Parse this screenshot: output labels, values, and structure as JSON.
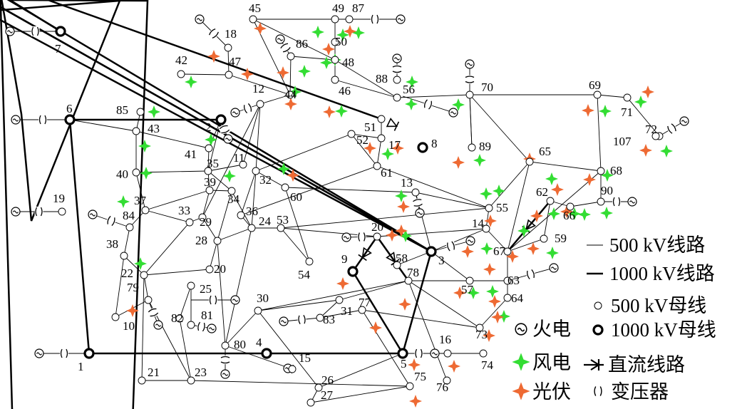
{
  "nodes": {
    "n1": {
      "label": "1"
    },
    "n2": {
      "label": "2"
    },
    "n3": {
      "label": "3"
    },
    "n4": {
      "label": "4"
    },
    "n5": {
      "label": "5"
    },
    "n6": {
      "label": "6"
    },
    "n7": {
      "label": "7"
    },
    "n8": {
      "label": "8"
    },
    "n9": {
      "label": "9"
    },
    "n10": {
      "label": "10"
    },
    "n11": {
      "label": "11"
    },
    "n12": {
      "label": "12"
    },
    "n13": {
      "label": "13"
    },
    "n14": {
      "label": "14"
    },
    "n15": {
      "label": "15"
    },
    "n16": {
      "label": "16"
    },
    "n17": {
      "label": "17"
    },
    "n18": {
      "label": "18"
    },
    "n19": {
      "label": "19"
    },
    "n20": {
      "label": "20"
    },
    "n20b": {
      "label": "20"
    },
    "n21": {
      "label": "21"
    },
    "n22": {
      "label": "22"
    },
    "n23": {
      "label": "23"
    },
    "n24": {
      "label": "24"
    },
    "n25": {
      "label": "25"
    },
    "n26": {
      "label": "26"
    },
    "n27": {
      "label": "27"
    },
    "n28": {
      "label": "28"
    },
    "n29": {
      "label": "29"
    },
    "n30": {
      "label": "30"
    },
    "n31": {
      "label": "31"
    },
    "n32": {
      "label": "32"
    },
    "n33": {
      "label": "33"
    },
    "n34": {
      "label": "34"
    },
    "n35": {
      "label": "35"
    },
    "n36": {
      "label": "36"
    },
    "n37": {
      "label": "37"
    },
    "n38": {
      "label": "38"
    },
    "n39": {
      "label": "39"
    },
    "n40": {
      "label": "40"
    },
    "n41": {
      "label": "41"
    },
    "n42": {
      "label": "42"
    },
    "n43": {
      "label": "43"
    },
    "n44": {
      "label": "44"
    },
    "n45": {
      "label": "45"
    },
    "n46": {
      "label": "46"
    },
    "n47": {
      "label": "47"
    },
    "n48": {
      "label": "48"
    },
    "n49": {
      "label": "49"
    },
    "n50": {
      "label": "50"
    },
    "n51": {
      "label": "51"
    },
    "n52": {
      "label": "52"
    },
    "n53": {
      "label": "53"
    },
    "n54": {
      "label": "54"
    },
    "n55": {
      "label": "55"
    },
    "n56": {
      "label": "56"
    },
    "n57": {
      "label": "57"
    },
    "n58": {
      "label": "58"
    },
    "n59": {
      "label": "59"
    },
    "n60": {
      "label": "60"
    },
    "n61": {
      "label": "61"
    },
    "n62": {
      "label": "62"
    },
    "n63": {
      "label": "63"
    },
    "n64": {
      "label": "64"
    },
    "n65": {
      "label": "65"
    },
    "n66": {
      "label": "66"
    },
    "n67": {
      "label": "67"
    },
    "n68": {
      "label": "68"
    },
    "n69": {
      "label": "69"
    },
    "n70": {
      "label": "70"
    },
    "n71": {
      "label": "71"
    },
    "n72": {
      "label": "72"
    },
    "n73": {
      "label": "73"
    },
    "n74": {
      "label": "74"
    },
    "n75": {
      "label": "75"
    },
    "n76": {
      "label": "76"
    },
    "n77": {
      "label": "77"
    },
    "n78": {
      "label": "78"
    },
    "n79": {
      "label": "79"
    },
    "n80": {
      "label": "80"
    },
    "n81": {
      "label": "81"
    },
    "n82": {
      "label": "82"
    },
    "n83": {
      "label": "83"
    },
    "n84": {
      "label": "84"
    },
    "n85": {
      "label": "85"
    },
    "n86": {
      "label": "86"
    },
    "n87": {
      "label": "87"
    },
    "n88": {
      "label": "88"
    },
    "n89": {
      "label": "89"
    },
    "n90": {
      "label": "90"
    },
    "n107": {
      "label": "107"
    }
  },
  "legend": {
    "line500": "500 kV线路",
    "line1000": "1000 kV线路",
    "bus500": "500 kV母线",
    "bus1000": "1000 kV母线",
    "thermal": "火电",
    "wind": "风电",
    "pv": "光伏",
    "dc": "直流线路",
    "transformer": "变压器"
  },
  "colors": {
    "wind": "#33dd33",
    "pv": "#ee6a33",
    "line": "#000000"
  },
  "icons": {
    "thermal": "tilde-in-circle-icon",
    "wind": "green-star-icon",
    "pv": "orange-star-icon",
    "transformer": "transformer-icon",
    "dc": "dc-valve-icon"
  }
}
